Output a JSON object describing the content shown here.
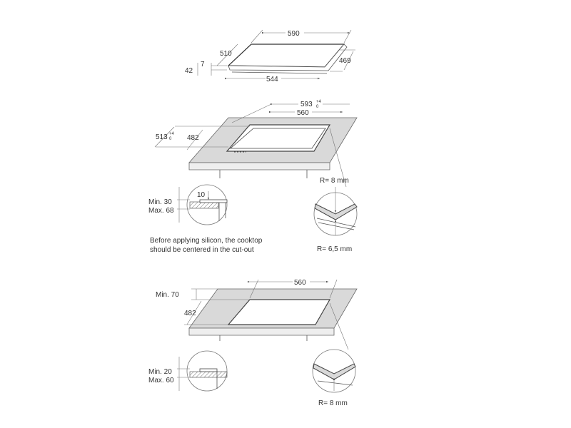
{
  "hob_dimensions": {
    "width": "590",
    "depth": "510",
    "front_width": "544",
    "side_depth": "469",
    "total_height": "42",
    "glass_thickness": "7"
  },
  "cutout_overlay": {
    "outer_width": "593",
    "outer_width_tol_plus": "+4",
    "outer_width_tol_minus": "0",
    "inner_width": "560",
    "outer_depth": "513",
    "outer_depth_tol_plus": "+4",
    "outer_depth_tol_minus": "0",
    "inner_depth": "482",
    "corner_radius_top": "R= 8 mm",
    "corner_radius_bottom": "R= 6,5 mm"
  },
  "overlay_detail": {
    "recess": "10",
    "min_thickness": "Min. 30",
    "max_thickness": "Max. 68",
    "note_line1": "Before applying silicon, the cooktop",
    "note_line2": "should be centered in the cut-out"
  },
  "flush_mount": {
    "inner_width": "560",
    "min_front": "Min. 70",
    "inner_depth": "482",
    "min_thickness": "Min. 20",
    "max_thickness": "Max. 60",
    "corner_radius": "R= 8 mm"
  }
}
